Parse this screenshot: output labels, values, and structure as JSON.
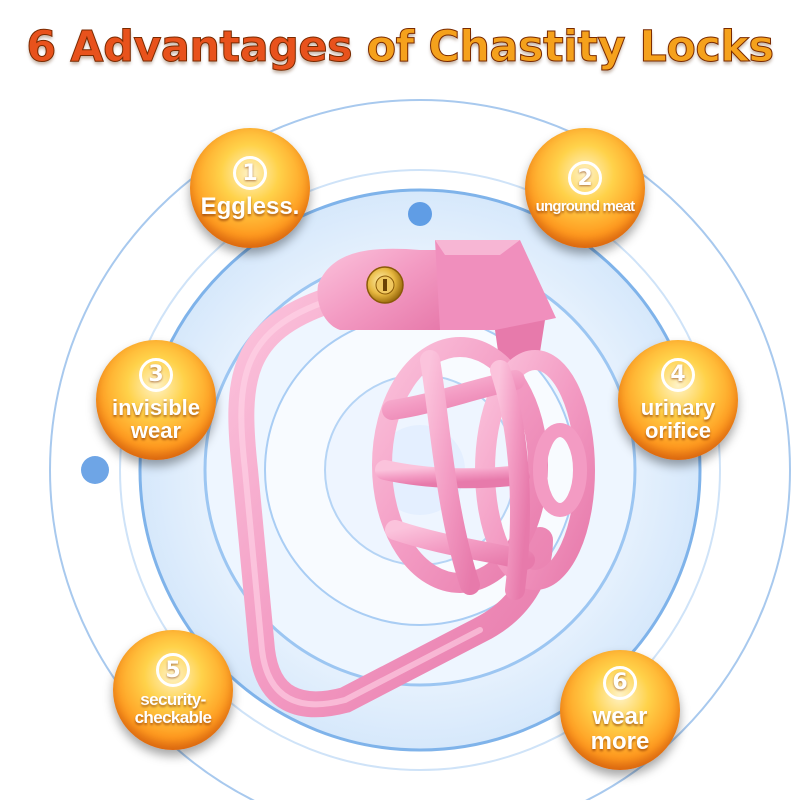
{
  "title": {
    "part1": "6 Advantages ",
    "part2": "of Chastity Locks"
  },
  "badges": [
    {
      "number": "1",
      "label": "Eggless."
    },
    {
      "number": "2",
      "label": "unground meat"
    },
    {
      "number": "3",
      "label": "invisible\nwear"
    },
    {
      "number": "4",
      "label": "urinary\norifice"
    },
    {
      "number": "5",
      "label": "security-\ncheckable"
    },
    {
      "number": "6",
      "label": "wear\nmore"
    }
  ],
  "colors": {
    "title_orange": "#e8521c",
    "title_yellow": "#f5a11c",
    "badge": "#ff9a1f",
    "product_pink": "#f39bc3",
    "ring_blue": "#7fb3ea"
  },
  "icons": {
    "lock": "key-lock-icon"
  }
}
